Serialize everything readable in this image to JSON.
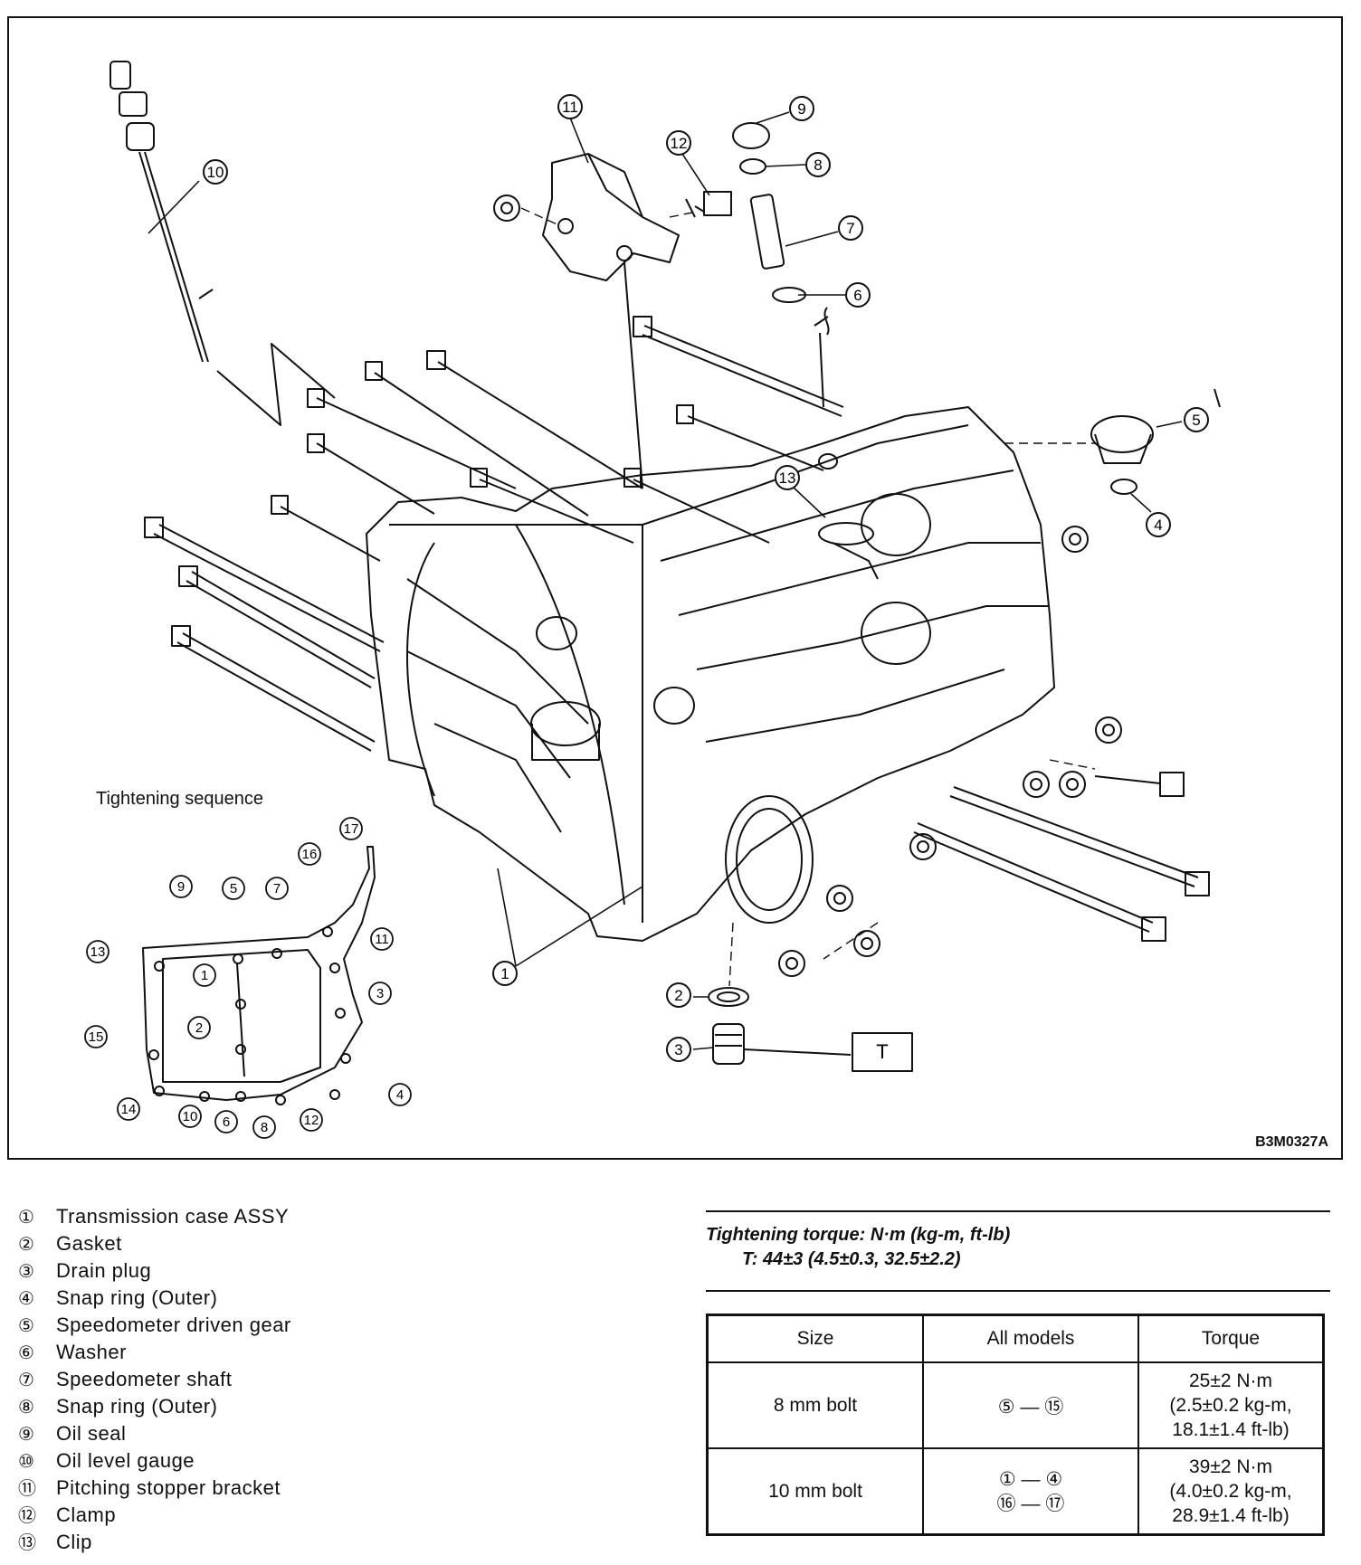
{
  "diagram": {
    "ref_code": "B3M0327A",
    "sequence_label": "Tightening sequence",
    "t_label": "T",
    "callouts": [
      "1",
      "2",
      "3",
      "4",
      "5",
      "6",
      "7",
      "8",
      "9",
      "10",
      "11",
      "12",
      "13"
    ],
    "sequence_numbers": [
      "1",
      "2",
      "3",
      "4",
      "5",
      "6",
      "7",
      "8",
      "9",
      "10",
      "11",
      "12",
      "13",
      "14",
      "15",
      "16",
      "17"
    ]
  },
  "legend": [
    {
      "num": "①",
      "text": "Transmission case ASSY"
    },
    {
      "num": "②",
      "text": "Gasket"
    },
    {
      "num": "③",
      "text": "Drain plug"
    },
    {
      "num": "④",
      "text": "Snap ring (Outer)"
    },
    {
      "num": "⑤",
      "text": "Speedometer driven gear"
    },
    {
      "num": "⑥",
      "text": "Washer"
    },
    {
      "num": "⑦",
      "text": "Speedometer shaft"
    },
    {
      "num": "⑧",
      "text": "Snap ring (Outer)"
    },
    {
      "num": "⑨",
      "text": "Oil seal"
    },
    {
      "num": "⑩",
      "text": "Oil level gauge"
    },
    {
      "num": "⑪",
      "text": "Pitching stopper bracket"
    },
    {
      "num": "⑫",
      "text": "Clamp"
    },
    {
      "num": "⑬",
      "text": "Clip"
    }
  ],
  "torque": {
    "title": "Tightening torque: N·m (kg-m, ft-lb)",
    "t_value": "T: 44±3 (4.5±0.3, 32.5±2.2)"
  },
  "table": {
    "headers": [
      "Size",
      "All models",
      "Torque"
    ],
    "rows": [
      {
        "size": "8 mm bolt",
        "models_1": "⑤ — ⑮",
        "models_2": "",
        "torque_1": "25±2 N·m",
        "torque_2": "(2.5±0.2 kg-m,",
        "torque_3": "18.1±1.4 ft-lb)"
      },
      {
        "size": "10 mm bolt",
        "models_1": "① — ④",
        "models_2": "⑯ — ⑰",
        "torque_1": "39±2 N·m",
        "torque_2": "(4.0±0.2 kg-m,",
        "torque_3": "28.9±1.4 ft-lb)"
      }
    ]
  }
}
